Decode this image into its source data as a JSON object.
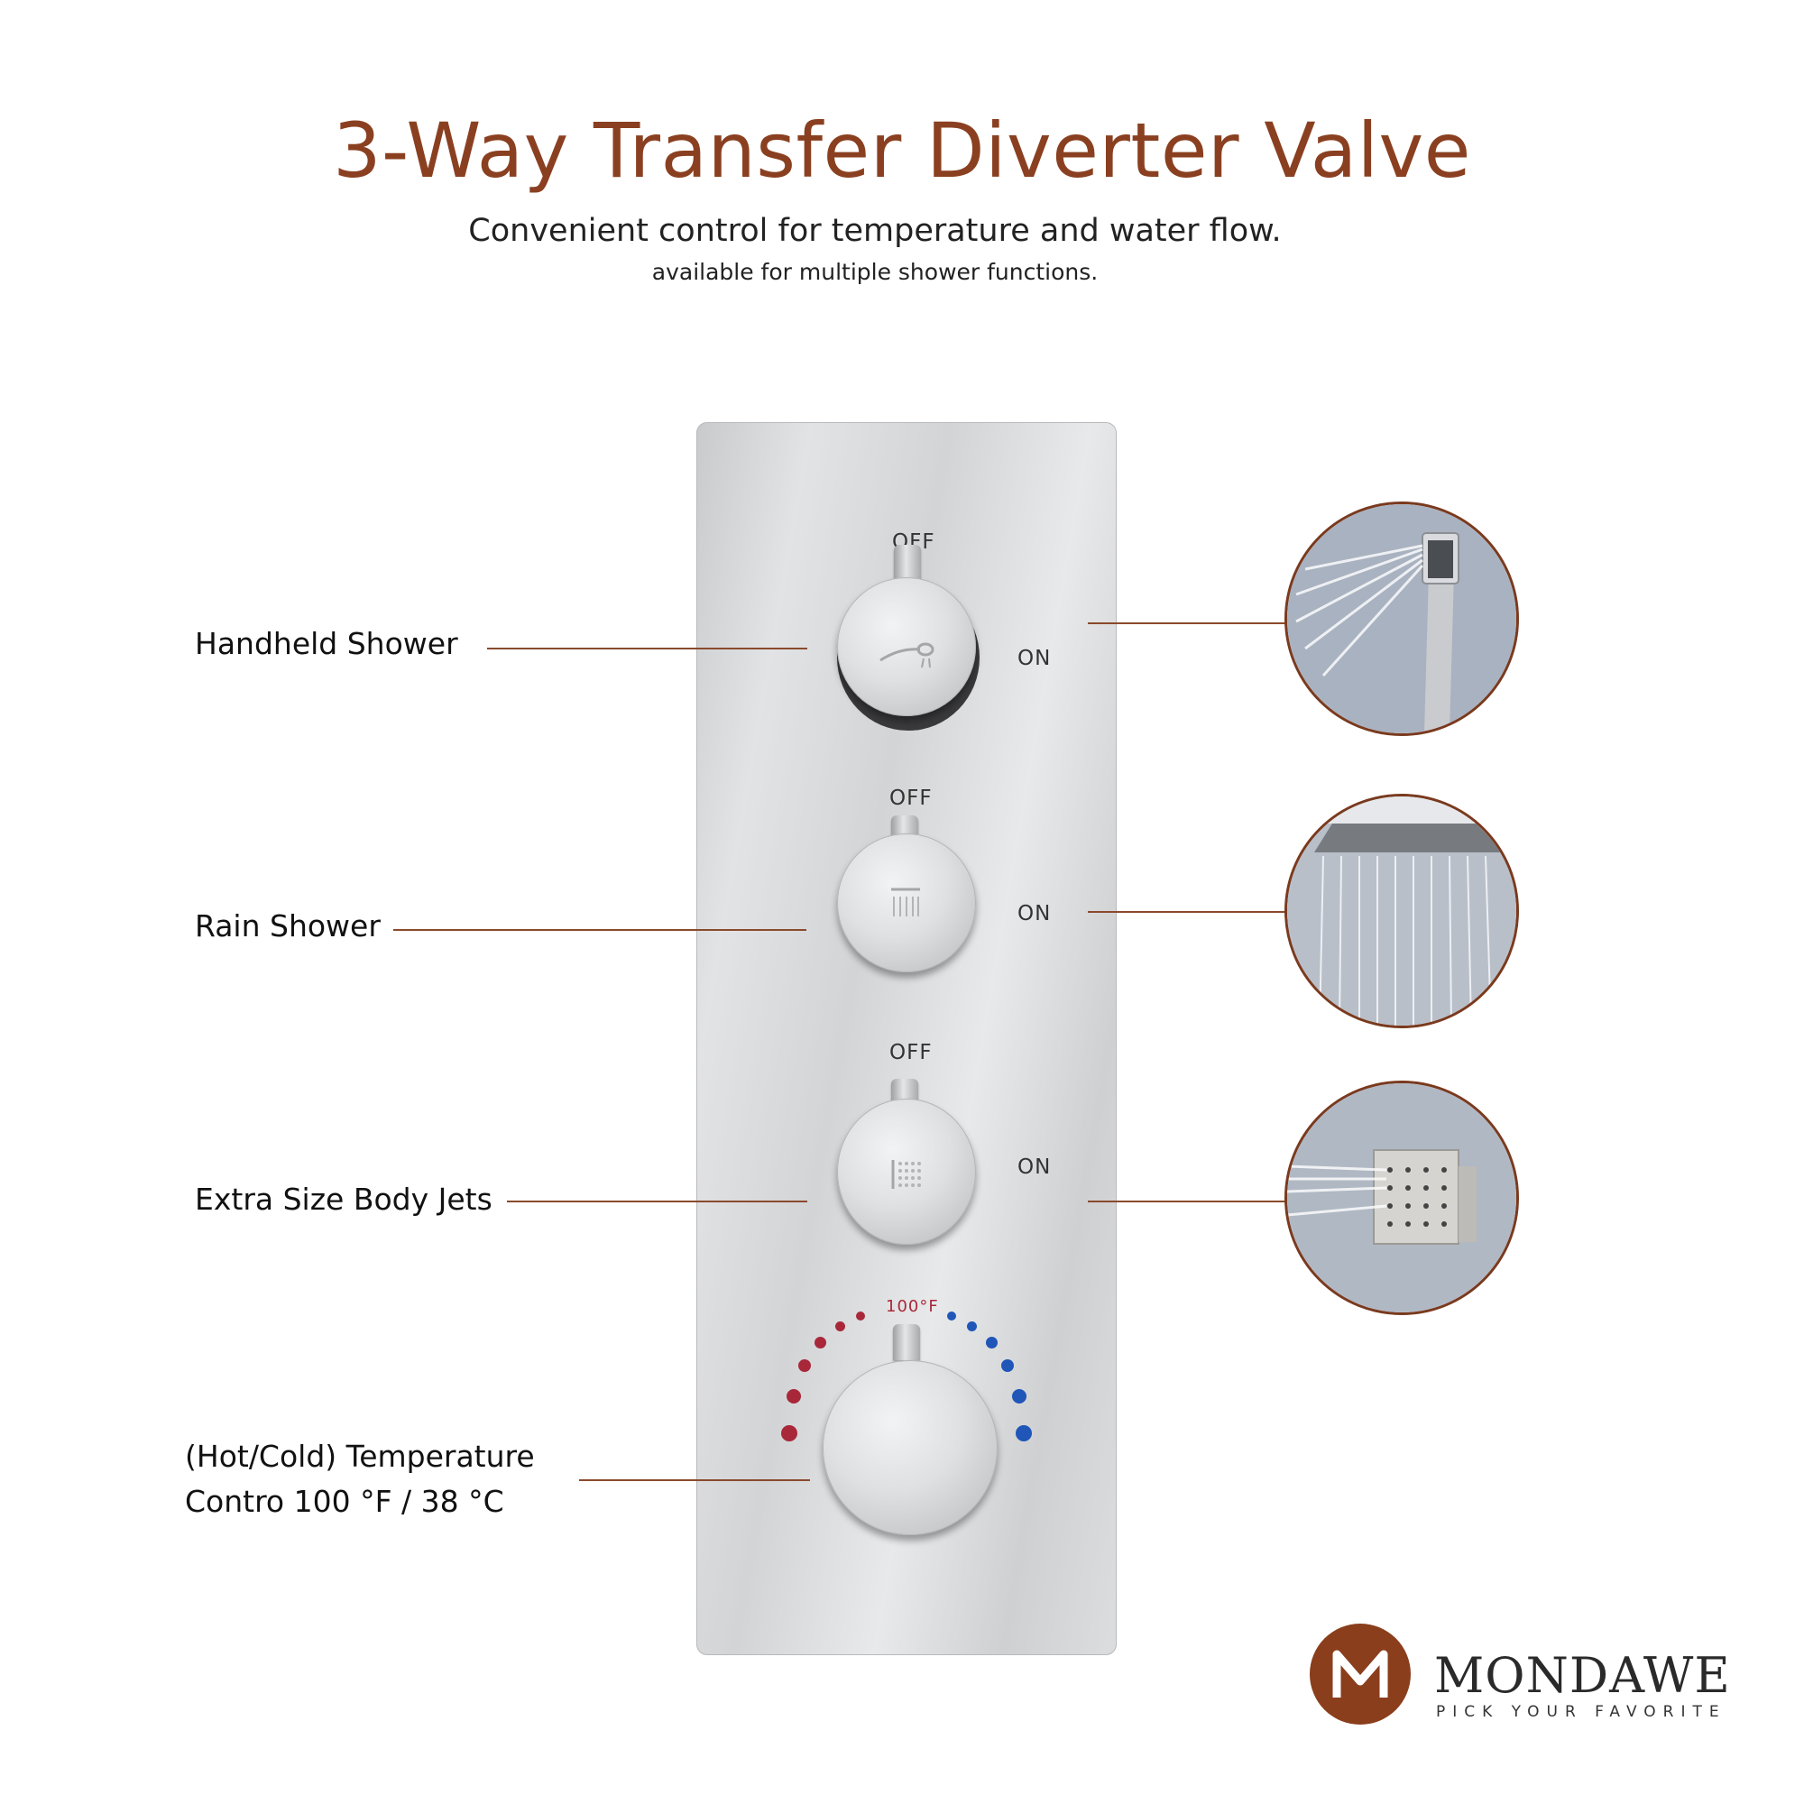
{
  "header": {
    "title": "3-Way Transfer Diverter Valve",
    "subtitle": "Convenient control for temperature and water flow.",
    "note": "available for multiple shower functions."
  },
  "controls": [
    {
      "name": "Handheld Shower",
      "off_label": "OFF",
      "on_label": "ON",
      "icon": "handheld-shower-icon"
    },
    {
      "name": "Rain Shower",
      "off_label": "OFF",
      "on_label": "ON",
      "icon": "rain-shower-icon"
    },
    {
      "name": "Extra Size Body Jets",
      "off_label": "OFF",
      "on_label": "ON",
      "icon": "body-jets-icon"
    }
  ],
  "thermostat": {
    "label_line1": "(Hot/Cold) Temperature",
    "label_line2": "Contro 100 °F / 38 °C",
    "mark": "100°F",
    "hot_color": "#a8283a",
    "cold_color": "#1f56b8"
  },
  "brand": {
    "name": "MONDAWE",
    "tagline": "PICK YOUR FAVORITE",
    "color": "#8a3e1c"
  },
  "colors": {
    "accent": "#8a4020",
    "line": "#8a4a2c"
  }
}
